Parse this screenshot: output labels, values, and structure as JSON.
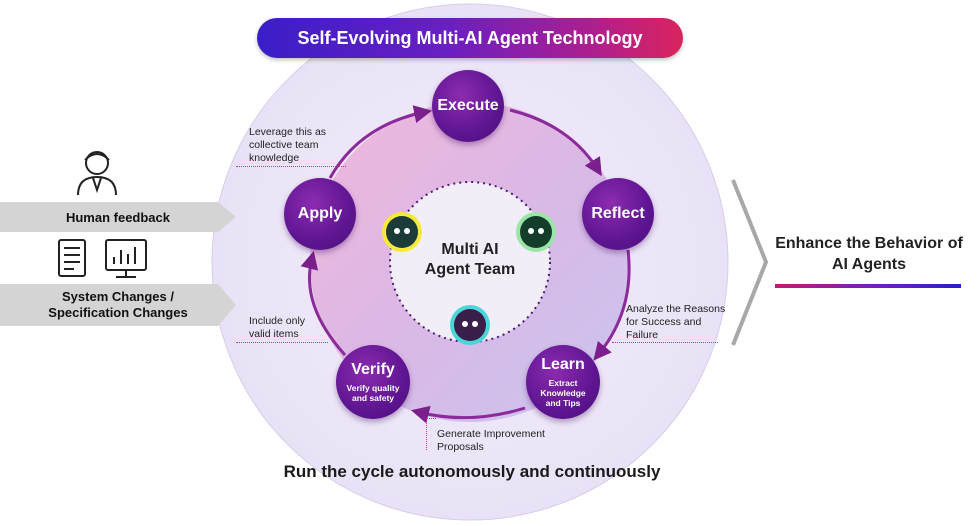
{
  "title": "Self-Evolving Multi-AI Agent Technology",
  "center": {
    "line1": "Multi AI",
    "line2": "Agent Team"
  },
  "nodes": {
    "execute": {
      "label": "Execute"
    },
    "reflect": {
      "label": "Reflect"
    },
    "learn": {
      "label": "Learn",
      "sub": "Extract Knowledge and Tips"
    },
    "verify": {
      "label": "Verify",
      "sub": "Verify quality and safety"
    },
    "apply": {
      "label": "Apply"
    }
  },
  "notes": {
    "leverage": "Leverage this as collective team knowledge",
    "include": "Include only valid items",
    "analyze": "Analyze the Reasons for Success and Failure",
    "generate": "Generate Improvement Proposals"
  },
  "inputs": {
    "human": "Human feedback",
    "system": "System Changes / Specification Changes"
  },
  "side": {
    "title": "Enhance the Behavior of AI Agents"
  },
  "caption": "Run the cycle autonomously and continuously",
  "colors": {
    "node": "#5e1591",
    "accent_pink": "#c31c6f",
    "accent_blue": "#3a1ec8",
    "banner": "#d4d4d4"
  },
  "icons": [
    "person-icon",
    "document-icon",
    "monitor-chart-icon",
    "agent-robot-icon",
    "chevron-right-icon"
  ]
}
